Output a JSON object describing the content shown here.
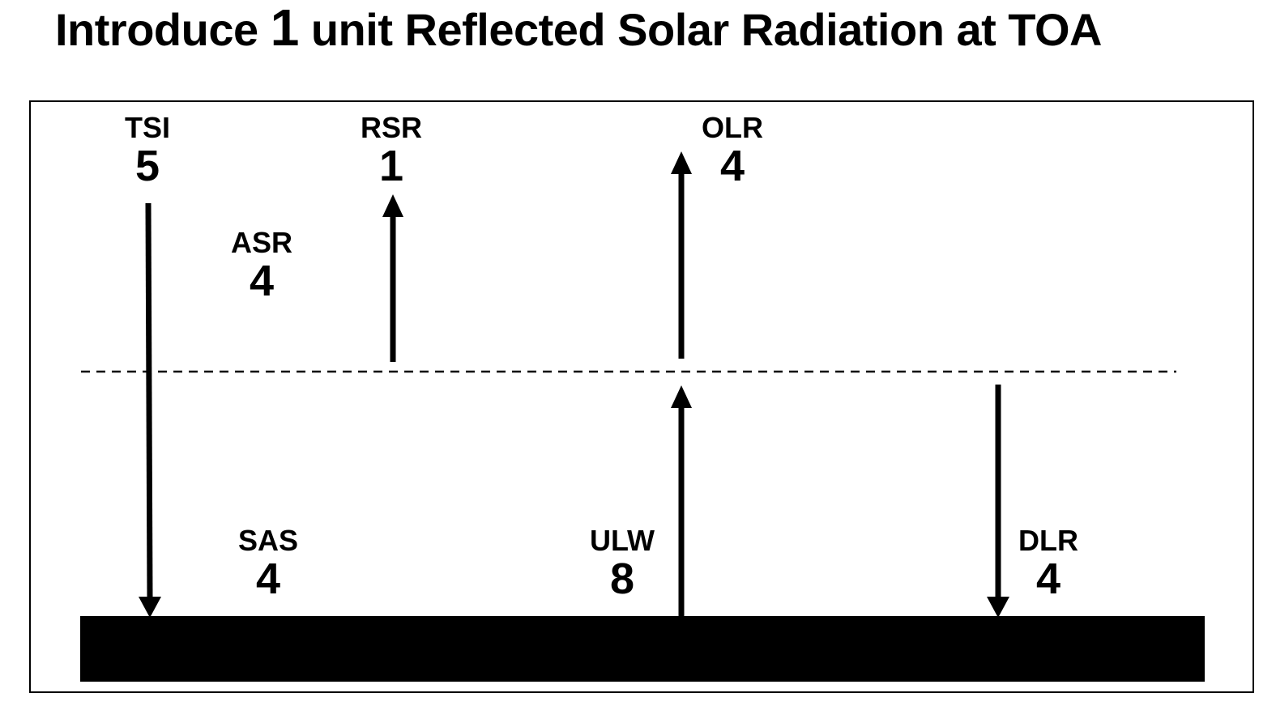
{
  "title": {
    "prefix": "Introduce",
    "number": "1",
    "suffix": "unit Reflected Solar Radiation at TOA"
  },
  "fluxes": {
    "tsi": {
      "name": "TSI",
      "value": "5"
    },
    "rsr": {
      "name": "RSR",
      "value": "1"
    },
    "olr": {
      "name": "OLR",
      "value": "4"
    },
    "asr": {
      "name": "ASR",
      "value": "4"
    },
    "sas": {
      "name": "SAS",
      "value": "4"
    },
    "ulw": {
      "name": "ULW",
      "value": "8"
    },
    "dlr": {
      "name": "DLR",
      "value": "4"
    }
  },
  "colors": {
    "ink": "#000000",
    "background": "#ffffff"
  }
}
